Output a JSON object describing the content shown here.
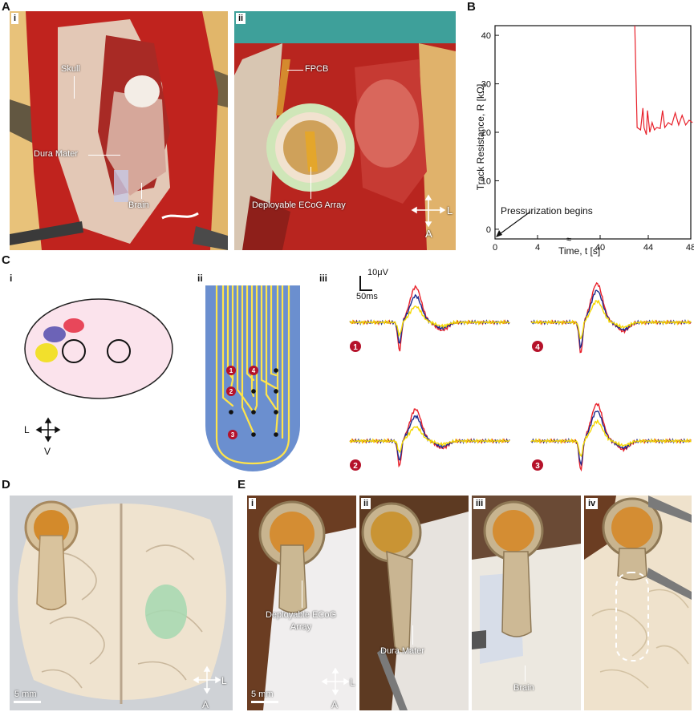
{
  "panels": {
    "A": "A",
    "B": "B",
    "C": "C",
    "D": "D",
    "E": "E"
  },
  "panel_a": {
    "i_tag": "i",
    "ii_tag": "ii",
    "labels": {
      "skull": "Skull",
      "dura": "Dura Mater",
      "brain": "Brain",
      "fpcb": "FPCB",
      "array": "Deployable ECoG Array"
    },
    "compass": {
      "horizontal": "L",
      "vertical": "A"
    }
  },
  "panel_b": {
    "annotation": "Pressurization begins"
  },
  "chart_data": {
    "type": "line",
    "xlabel": "Time, t [s]",
    "ylabel": "Track Resistance, R [kΩ]",
    "ylim": [
      -2,
      42
    ],
    "yticks": [
      0,
      10,
      20,
      30,
      40
    ],
    "xtick_labels": [
      "0",
      "4",
      "40",
      "44",
      "48"
    ],
    "axis_break": "≈",
    "series": [
      {
        "segment": "after-break",
        "x": [
          43.0,
          43.2,
          43.5,
          43.7,
          43.8,
          44.0,
          44.1,
          44.3,
          44.5,
          44.7,
          44.9,
          45.2,
          45.4,
          45.6,
          45.9,
          46.2,
          46.5,
          46.8,
          47.1,
          47.4,
          47.7,
          48.0
        ],
        "y": [
          42,
          21,
          20.5,
          25,
          21,
          19.5,
          24.5,
          20,
          22,
          20.5,
          21,
          20.8,
          24.5,
          21,
          22,
          21.5,
          24,
          21.5,
          23.5,
          21.5,
          22.5,
          22
        ]
      }
    ]
  },
  "panel_c": {
    "i_tag": "i",
    "ii_tag": "ii",
    "iii_tag": "iii",
    "compass": {
      "horizontal": "L",
      "vertical": "V"
    },
    "scale_v": "10μV",
    "scale_h": "50ms",
    "electrodes": [
      "1",
      "4",
      "2",
      "3"
    ],
    "colors": {
      "red": "#e8202a",
      "blue": "#1c2a8c",
      "yellow": "#f5d800",
      "substrate": "#6b8fcf",
      "trace": "#ffe44a",
      "marker": "#b5122a"
    }
  },
  "panel_d": {
    "scale": "5 mm",
    "compass": {
      "horizontal": "L",
      "vertical": "A"
    }
  },
  "panel_e": {
    "tags": [
      "i",
      "ii",
      "iii",
      "iv"
    ],
    "labels": {
      "array": "Deployable ECoG Array",
      "dura": "Dura Mater",
      "brain": "Brain"
    },
    "scale": "5 mm",
    "compass": {
      "horizontal": "L",
      "vertical": "A"
    }
  }
}
